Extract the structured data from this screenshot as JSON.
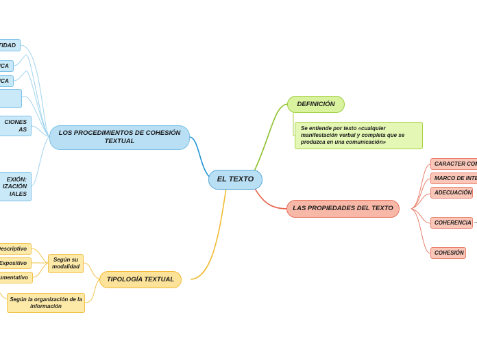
{
  "center": {
    "label": "EL TEXTO"
  },
  "definicion": {
    "label": "DEFINICIÓN",
    "text": "Se entiende por texto «cualquier manifestación verbal y completa que se produzca en una comunicación»"
  },
  "propiedades": {
    "label": "LAS PROPIEDADES DEL TEXTO",
    "items": [
      "CARACTER COMU",
      "MARCO DE INTE",
      "ADECUACIÓN",
      "COHERENCIA",
      "COHESIÓN"
    ]
  },
  "procedimientos": {
    "label": "LOS PROCEDIMIENTOS DE COHESIÓN TEXTUAL",
    "items": [
      "ITIDAD",
      "ICA",
      "ÍMICA",
      "",
      "CIONES\nAS",
      "EXIÓN:\nIZACIÓN\nIALES"
    ]
  },
  "tipologia": {
    "label": "TIPOLOGÍA TEXTUAL",
    "modalidad": "Según su modalidad",
    "modalidad_items": [
      "Descriptivo",
      "Expositivo",
      "umentativo"
    ],
    "organizacion": "Según la organización de la información"
  },
  "colors": {
    "blue": "#5aa8d6",
    "green": "#8cbf2a",
    "red": "#e8604c",
    "yellow": "#f1bb33"
  }
}
